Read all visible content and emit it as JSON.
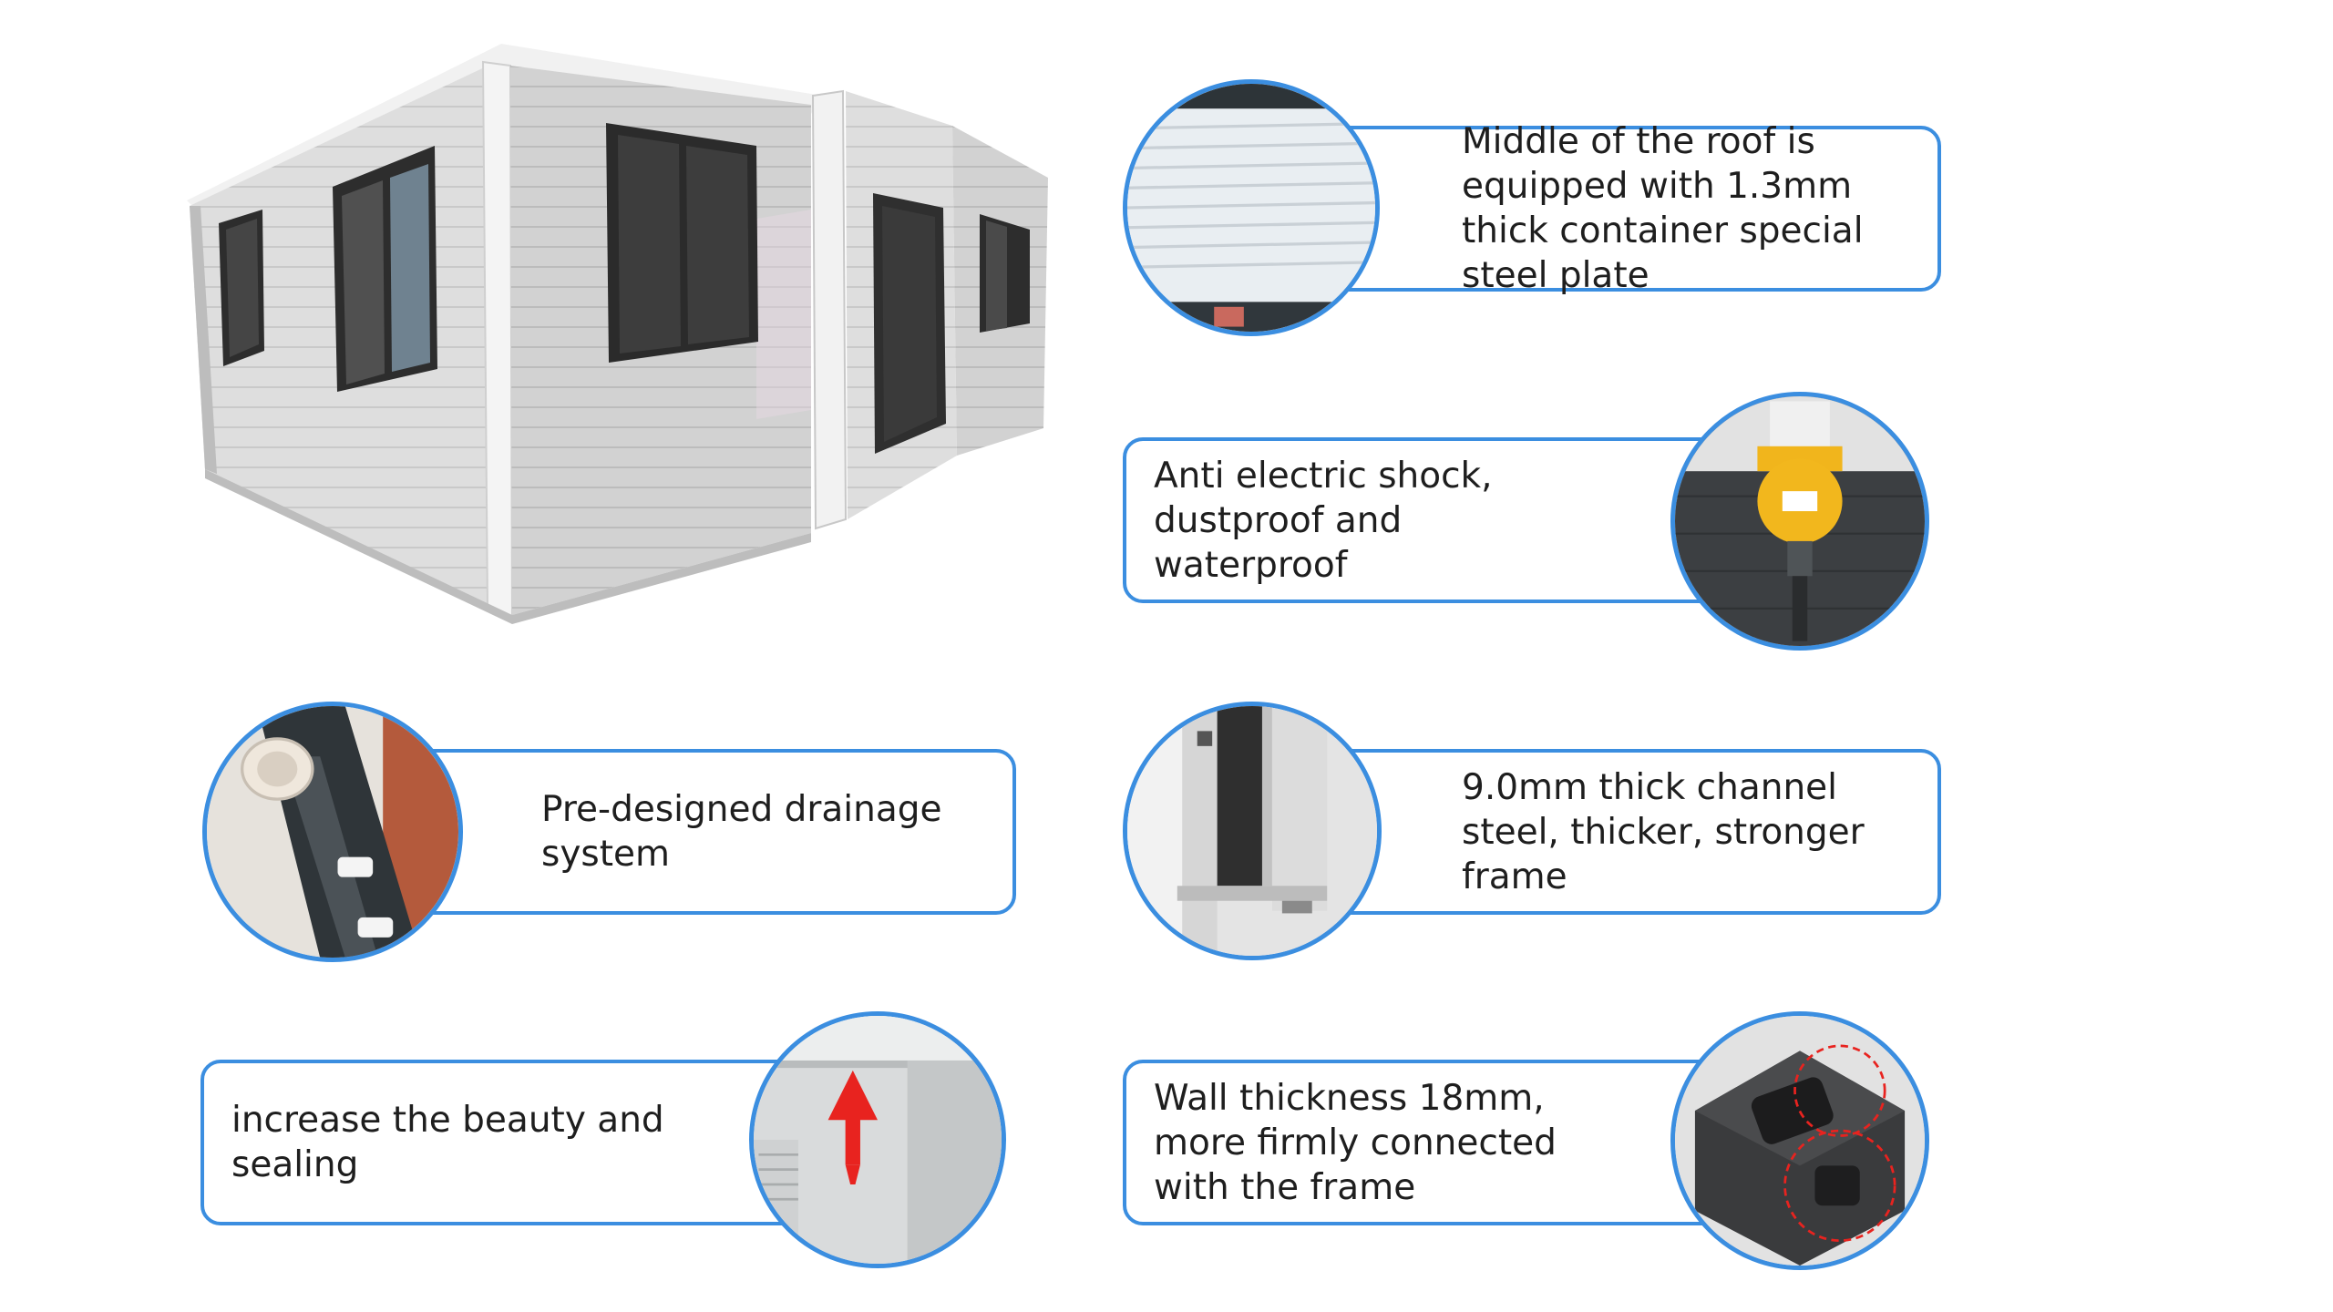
{
  "features": {
    "roof": {
      "text": "Middle of the roof is equipped with 1.3mm thick container special steel plate",
      "icon": "roof-steel-plate-photo"
    },
    "shock": {
      "text": "Anti electric shock, dustproof and waterproof",
      "icon": "electric-socket-photo"
    },
    "drainage": {
      "text": "Pre-designed drainage system",
      "icon": "drainage-pipe-photo"
    },
    "channel": {
      "text": "9.0mm thick channel steel, thicker, stronger frame",
      "icon": "channel-steel-frame-photo"
    },
    "beauty": {
      "text": "increase the beauty and sealing",
      "icon": "wall-sealing-arrow-photo"
    },
    "wall": {
      "text": "Wall thickness 18mm, more firmly connected with the frame",
      "icon": "corner-casting-photo"
    }
  },
  "colors": {
    "accent": "#3b8ee0",
    "arrow": "#e8231f"
  },
  "product_image": "expandable-container-house"
}
